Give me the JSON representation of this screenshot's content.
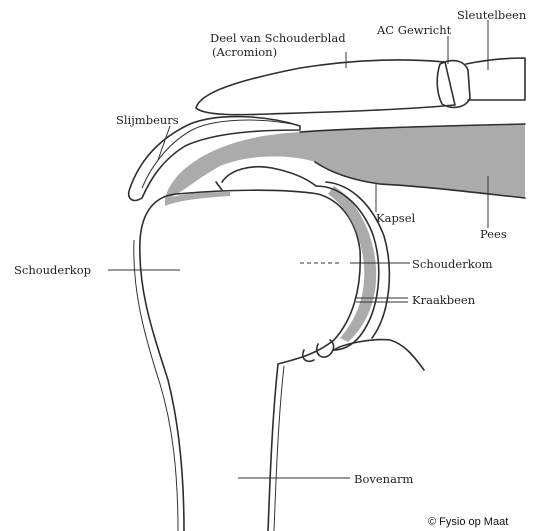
{
  "labels": {
    "acromion_1": "Deel van Schouderblad",
    "acromion_2": "(Acromion)",
    "ac_joint": "AC Gewricht",
    "clavicle": "Sleutelbeen",
    "bursa": "Slijmbeurs",
    "capsule": "Kapsel",
    "tendon": "Pees",
    "humeral_head": "Schouderkop",
    "glenoid": "Schouderkom",
    "cartilage": "Kraakbeen",
    "upper_arm": "Bovenarm"
  },
  "copyright": "© Fysio op Maat"
}
